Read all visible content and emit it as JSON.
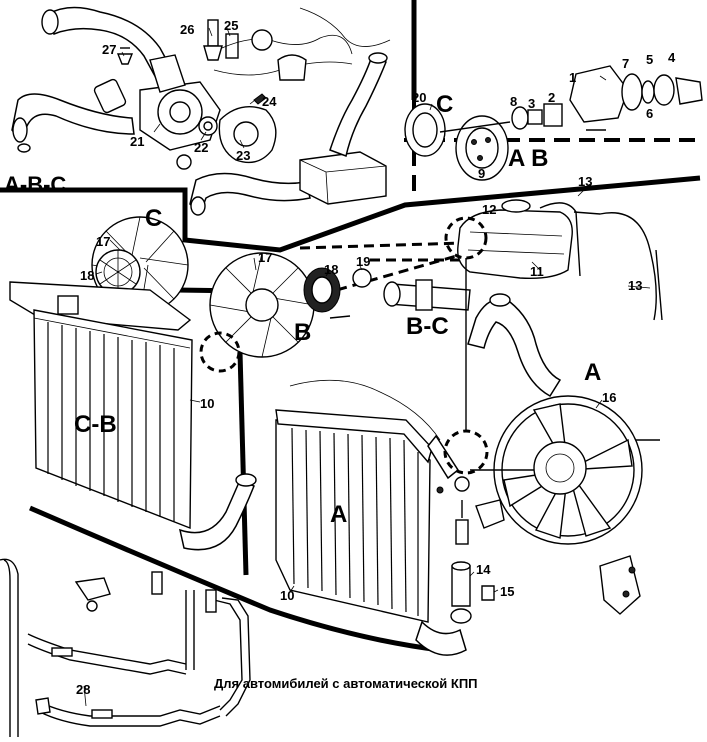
{
  "caption": "Для автомибилей с автоматической КПП",
  "zones": {
    "abc": "A-B-C",
    "c_top_right": "C",
    "ab_top_right": "A B",
    "c_fan": "C",
    "b_fan": "B",
    "bc_pipe": "B-C",
    "a_fan": "A",
    "cb_radiator": "C-B",
    "a_radiator": "A"
  },
  "callouts": {
    "n1": "1",
    "n2": "2",
    "n3": "3",
    "n4": "4",
    "n5": "5",
    "n6": "6",
    "n7": "7",
    "n8": "8",
    "n9": "9",
    "n10a": "10",
    "n10b": "10",
    "n11": "11",
    "n12": "12",
    "n13a": "13",
    "n13b": "13",
    "n14": "14",
    "n15": "15",
    "n16": "16",
    "n17a": "17",
    "n17b": "17",
    "n18a": "18",
    "n18b": "18",
    "n19": "19",
    "n20": "20",
    "n21": "21",
    "n22": "22",
    "n23": "23",
    "n24": "24",
    "n25": "25",
    "n26": "26",
    "n27": "27",
    "n28": "28"
  }
}
